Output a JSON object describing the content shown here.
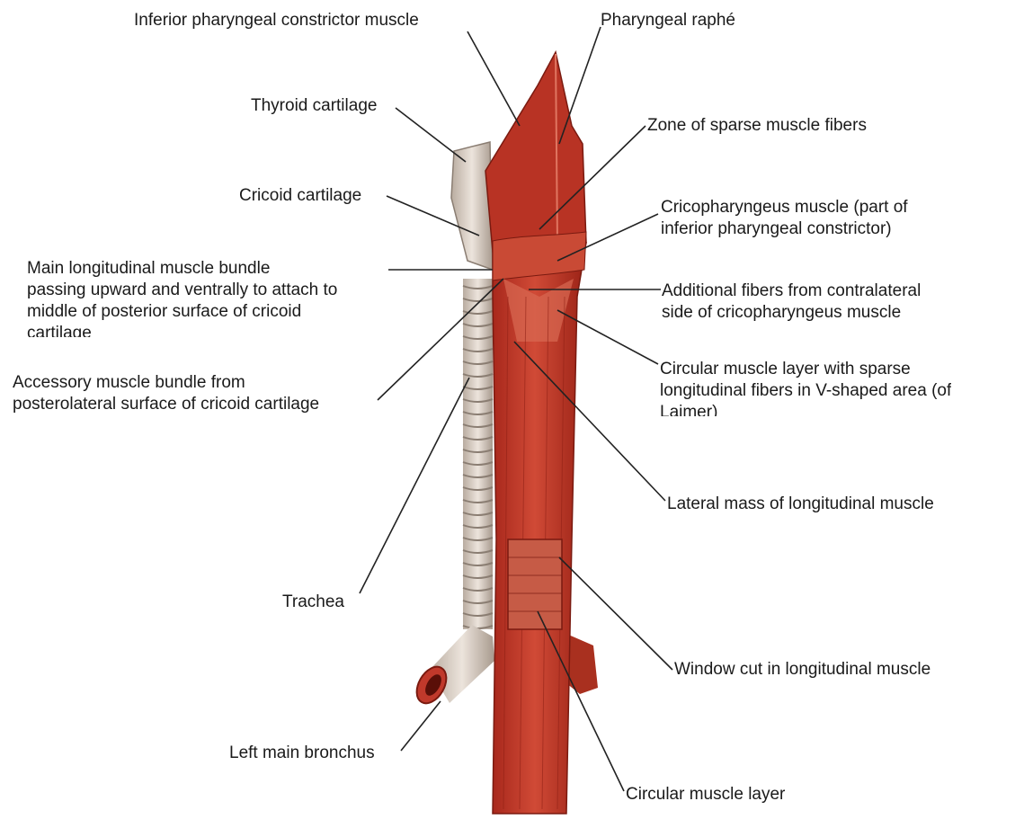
{
  "labels": {
    "inferior_constrictor": "Inferior pharyngeal constrictor muscle",
    "pharyngeal_raphe": "Pharyngeal raphé",
    "thyroid_cartilage": "Thyroid cartilage",
    "zone_sparse": "Zone of sparse muscle fibers",
    "cricoid_cartilage": "Cricoid cartilage",
    "cricopharyngeus": [
      "Cricopharyngeus muscle (part of",
      "inferior pharyngeal constrictor)"
    ],
    "main_longitudinal": [
      "Main longitudinal muscle bundle",
      "passing upward and ventrally to attach to",
      "middle of posterior surface of cricoid",
      "cartilage"
    ],
    "additional_fibers": [
      "Additional fibers from contralateral",
      "side of cricopharyngeus muscle"
    ],
    "accessory_bundle": [
      "Accessory muscle bundle from",
      "posterolateral surface of cricoid cartilage"
    ],
    "circular_sparse": [
      "Circular muscle layer with sparse",
      "longitudinal fibers in V-shaped area (of",
      "Laimer)"
    ],
    "lateral_mass": "Lateral mass of longitudinal muscle",
    "trachea": "Trachea",
    "window_cut": "Window cut in longitudinal muscle",
    "left_bronchus": "Left main bronchus",
    "circular_layer": "Circular muscle layer"
  },
  "colors": {
    "muscle": "#c0392b",
    "muscle_dark": "#8e1f14",
    "muscle_light": "#e0705c",
    "cartilage": "#d9cfc6",
    "cartilage_dark": "#9c8f84",
    "text": "#1a1a1a",
    "leader": "#222222"
  }
}
